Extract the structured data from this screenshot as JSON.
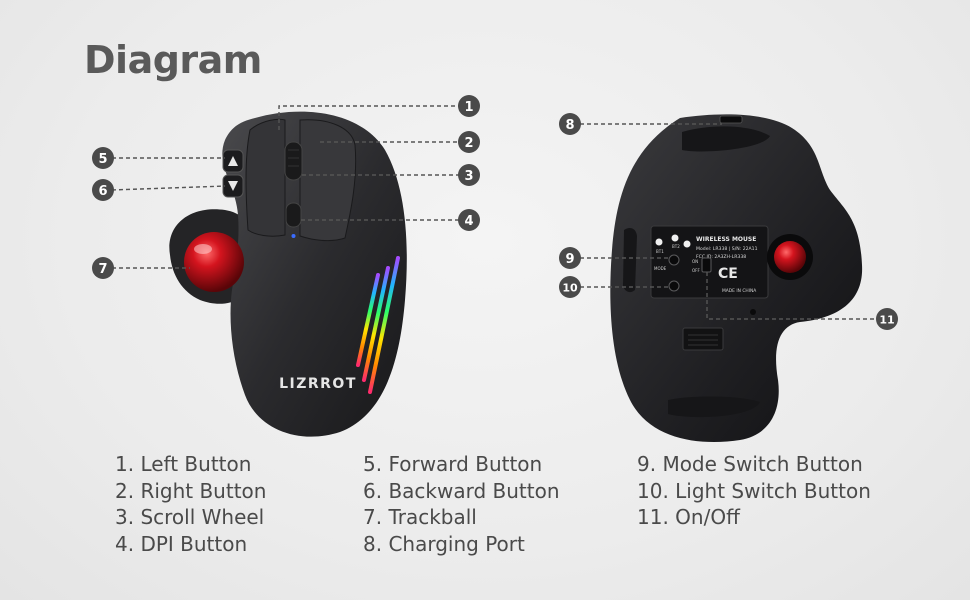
{
  "title": "Diagram",
  "brand": "LIZRROT",
  "callouts": [
    "1",
    "2",
    "3",
    "4",
    "5",
    "6",
    "7",
    "8",
    "9",
    "10",
    "11"
  ],
  "legend": {
    "col1": [
      "1. Left Button",
      "2. Right Button",
      "3. Scroll Wheel",
      "4. DPI Button"
    ],
    "col2": [
      "5. Forward Button",
      "6. Backward Button",
      "7. Trackball",
      "8. Charging Port"
    ],
    "col3": [
      "9. Mode Switch Button",
      "10. Light Switch Button",
      "11. On/Off"
    ]
  },
  "label_plate": {
    "title": "WIRELESS MOUSE",
    "model": "Model: LR338 | S/N: 22A11",
    "fcc": "FCC ID: 2A3ZH-LR338",
    "made_in": "MADE IN CHINA",
    "ce": "CE",
    "mode_label": "MODE",
    "on_label": "ON",
    "off_label": "OFF",
    "bt1": "BT1",
    "bt2": "BT2"
  },
  "colors": {
    "callout_bg": "#4a4a4a",
    "mouse_body": "#2a2a2c",
    "trackball": "#c0141c",
    "title_text": "#5a5a5a"
  }
}
